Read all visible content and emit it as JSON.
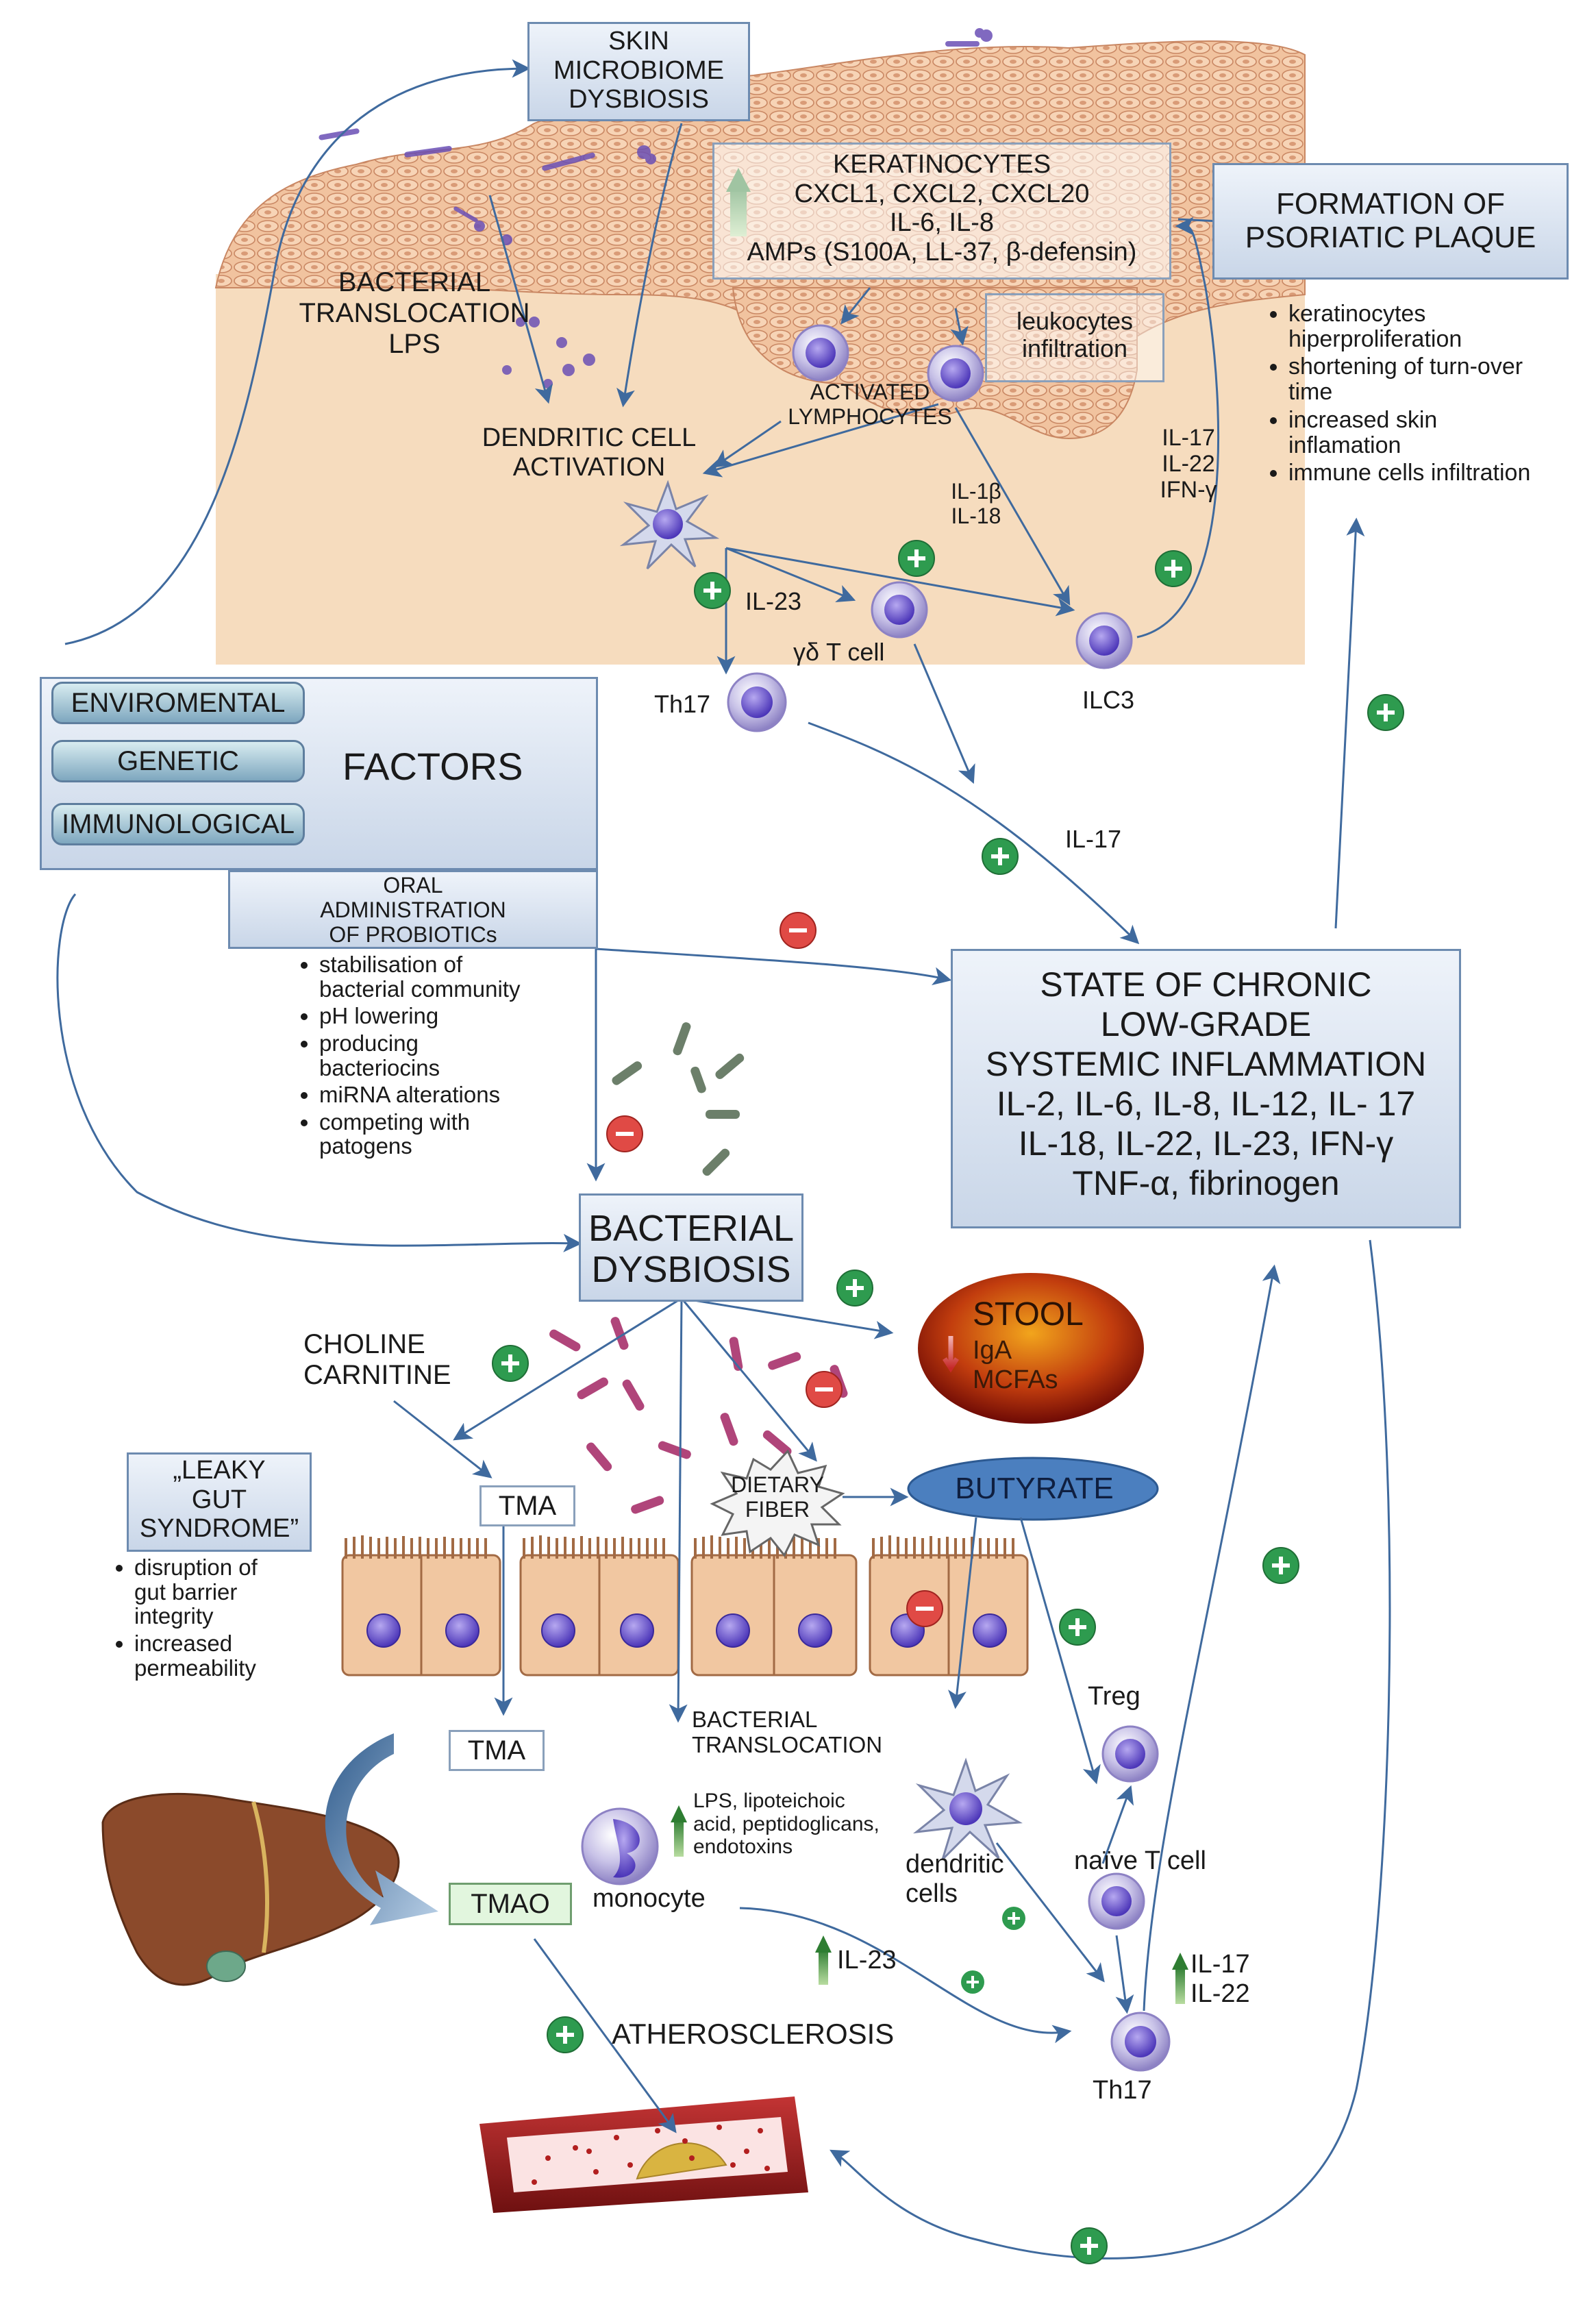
{
  "skin": {
    "microbiome_box": "SKIN\nMICROBIOME\nDYSBIOSIS",
    "bacterial_translocation": "BACTERIAL\nTRANSLOCATION\nLPS",
    "keratinocytes_box": "KERATINOCYTES\nCXCL1, CXCL2, CXCL20\nIL-6, IL-8\nAMPs (S100A, LL-37, β-defensin)",
    "plaque_box": "FORMATION OF\nPSORIATIC PLAQUE",
    "leukocytes_box": "leukocytes\ninfiltration",
    "activated_lymphocytes": "ACTIVATED\nLYMPHOCYTES",
    "dc_activation": "DENDRITIC CELL\nACTIVATION",
    "il1b_il18": "IL-1β\nIL-18",
    "il17_il22_ifn": "IL-17\nIL-22\nIFN-γ",
    "il23": "IL-23",
    "gd_tcell": "γδ T cell",
    "th17": "Th17",
    "ilc3": "ILC3",
    "plaque_bullets": [
      "keratinocytes\nhiperproliferation",
      "shortening of turn-over\ntime",
      "increased skin\ninflamation",
      "immune cells infiltration"
    ]
  },
  "factors": {
    "items": [
      "ENVIROMENTAL",
      "GENETIC",
      "IMMUNOLOGICAL"
    ],
    "title": "FACTORS"
  },
  "probiotics": {
    "title": "ORAL\nADMINISTRATION\nOF PROBIOTICs",
    "bullets": [
      "stabilisation of\nbacterial community",
      "pH lowering",
      "producing\nbacteriocins",
      "miRNA alterations",
      "competing with\npatogens"
    ]
  },
  "il17_mid": "IL-17",
  "systemic": {
    "text": "STATE OF CHRONIC\nLOW-GRADE\nSYSTEMIC INFLAMMATION\nIL-2, IL-6, IL-8, IL-12, IL- 17\nIL-18, IL-22, IL-23, IFN-γ\nTNF-α, fibrinogen"
  },
  "gut": {
    "dysbiosis_box": "BACTERIAL\nDYSBIOSIS",
    "stool_title": "STOOL",
    "stool_items": "IgA\nMCFAs",
    "choline": "CHOLINE\nCARNITINE",
    "tma_1": "TMA",
    "tma_2": "TMA",
    "tmao": "TMAO",
    "dietary_fiber": "DIETARY\nFIBER",
    "butyrate": "BUTYRATE",
    "leaky_box": "„LEAKY\nGUT\nSYNDROME”",
    "leaky_bullets": [
      "disruption of\ngut barrier\nintegrity",
      "increased\npermeability"
    ],
    "translocation": "BACTERIAL\nTRANSLOCATION",
    "lps": "LPS, lipoteichoic\nacid, peptidoglicans,\nendotoxins",
    "monocyte": "monocyte",
    "dendritic": "dendritic\ncells",
    "treg": "Treg",
    "naive": "naïve T cell",
    "il23": "IL-23",
    "il17_il22": "IL-17\nIL-22",
    "th17": "Th17",
    "atherosclerosis": "ATHEROSCLEROSIS"
  },
  "colors": {
    "skin_bg": "#f6dcbe",
    "box_border": "#6d8bb0",
    "arrow": "#3f6a9e",
    "plus_green": "#2e9b4f",
    "minus_red": "#d9342f",
    "liver": "#8b4a2b",
    "vessel": "#a52121"
  }
}
